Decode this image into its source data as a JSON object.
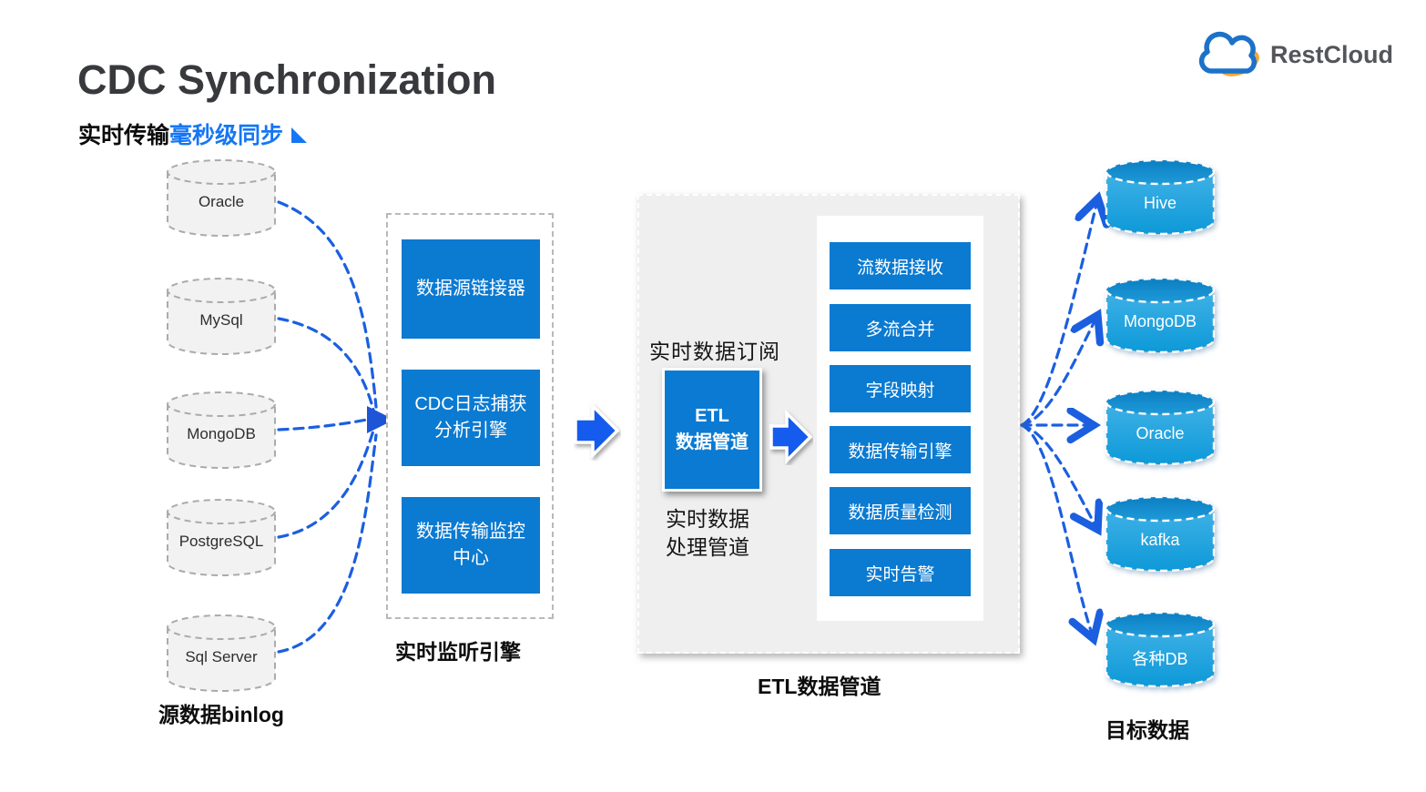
{
  "header": {
    "title": "CDC Synchronization",
    "subtitle_black": "实时传输",
    "subtitle_blue": "毫秒级同步",
    "logo_text": "RestCloud"
  },
  "sources": {
    "column_label": "源数据binlog",
    "items": [
      "Oracle",
      "MySql",
      "MongoDB",
      "PostgreSQL",
      "Sql Server"
    ]
  },
  "listener": {
    "column_label": "实时监听引擎",
    "box1": "数据源链接器",
    "box2_line1": "CDC日志捕获",
    "box2_line2": "分析引擎",
    "box3_line1": "数据传输监控",
    "box3_line2": "中心"
  },
  "etl_panel": {
    "column_label": "ETL数据管道",
    "subscribe_label": "实时数据订阅",
    "etl_box_line1": "ETL",
    "etl_box_line2": "数据管道",
    "process_label_line1": "实时数据",
    "process_label_line2": "处理管道",
    "steps": [
      "流数据接收",
      "多流合并",
      "字段映射",
      "数据传输引擎",
      "数据质量检测",
      "实时告警"
    ]
  },
  "targets": {
    "column_label": "目标数据",
    "items": [
      "Hive",
      "MongoDB",
      "Oracle",
      "kafka",
      "各种DB"
    ]
  },
  "colors": {
    "box_blue": "#0b7ad1",
    "connector_blue": "#1b5fe0",
    "subtitle_blue": "#1576f5",
    "panel_gray": "#efefef",
    "logo_yellow": "#f2a63a",
    "logo_cloud_blue": "#1b72c8"
  }
}
